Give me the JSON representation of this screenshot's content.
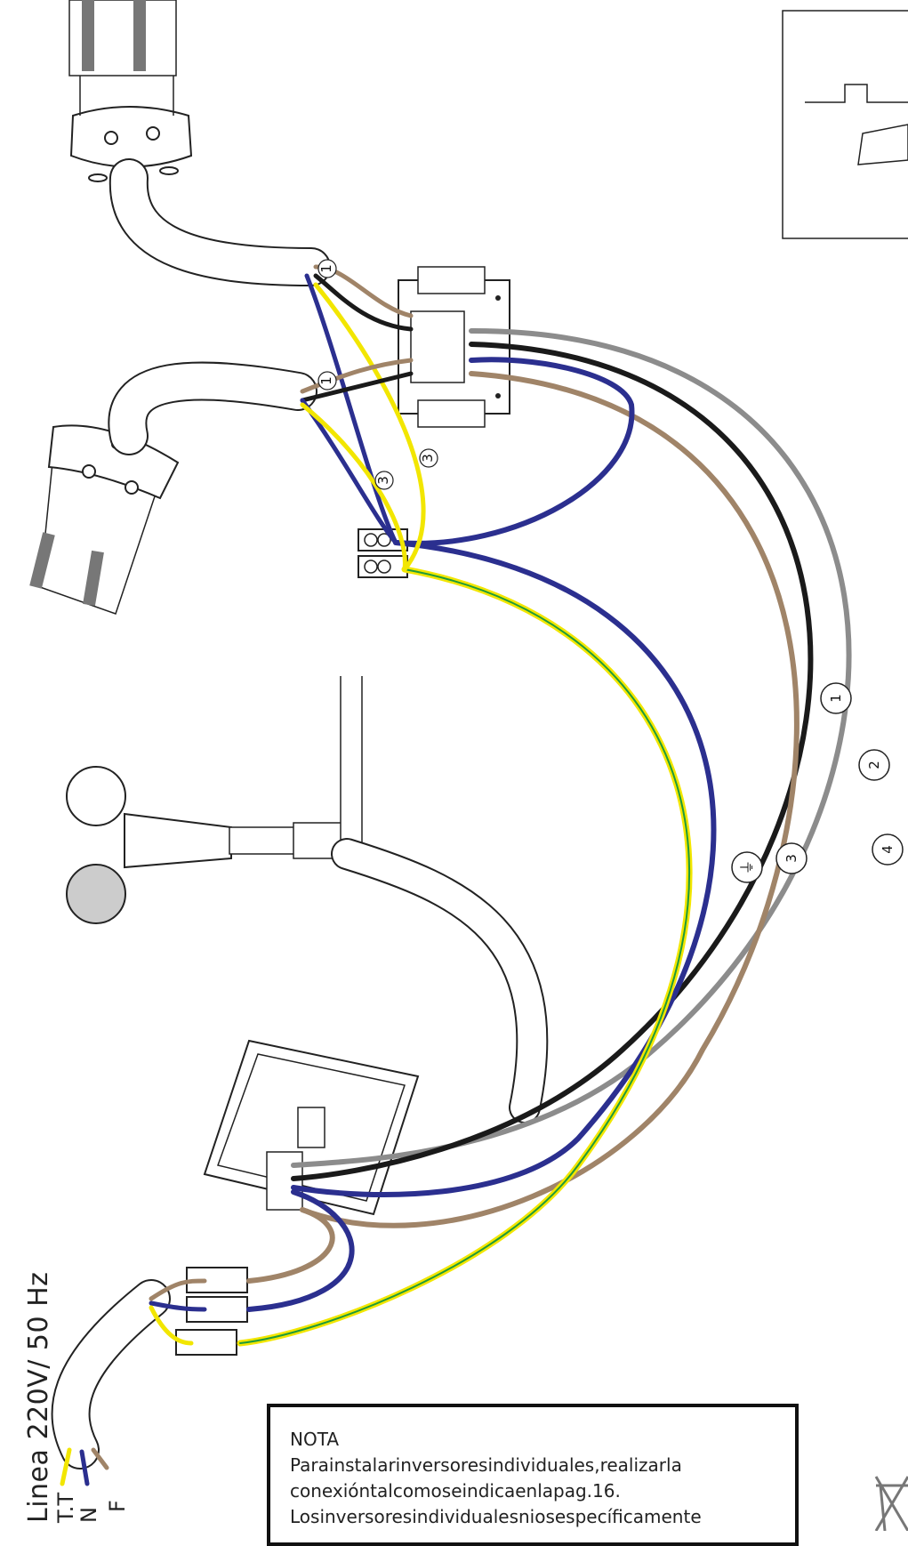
{
  "line_label": "Linea 220V/ 50 Hz",
  "terminals": {
    "earth": "T.T",
    "neutral": "N",
    "phase": "F"
  },
  "wire_numbers": [
    "1",
    "2",
    "3",
    "4"
  ],
  "note": {
    "title": "NOTA",
    "line1": "Parainstalarinversoresindividuales,realizarla",
    "line2": "conexióntalcomoseindicaenlapag.16.",
    "line3": "Losinversoresindividualesniosespecíficamente"
  },
  "wire_colors": {
    "brown": "#a08468",
    "black": "#1a1a1a",
    "grey": "#8c8c8c",
    "blue": "#2b2f8f",
    "yellow": "#f2e600",
    "green": "#1e9a3a"
  }
}
